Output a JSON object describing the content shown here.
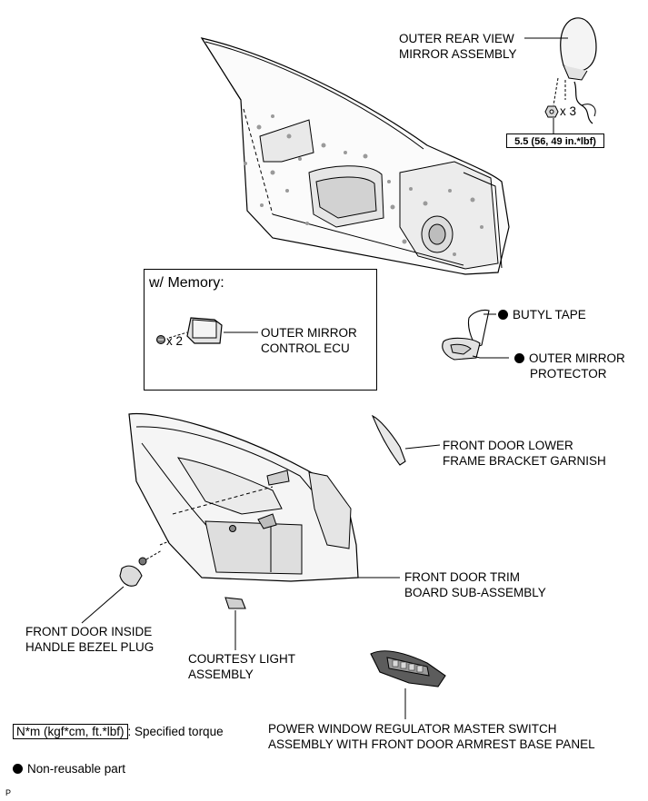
{
  "labels": {
    "outer_mirror": [
      "OUTER REAR VIEW",
      "MIRROR ASSEMBLY"
    ],
    "butyl_tape": "BUTYL TAPE",
    "outer_mirror_protector": [
      "OUTER MIRROR",
      "PROTECTOR"
    ],
    "memory_title": "w/ Memory:",
    "outer_mirror_ecu": [
      "OUTER MIRROR",
      "CONTROL ECU"
    ],
    "lower_frame_garnish": [
      "FRONT DOOR LOWER",
      "FRAME BRACKET GARNISH"
    ],
    "trim_board": [
      "FRONT DOOR TRIM",
      "BOARD SUB-ASSEMBLY"
    ],
    "bezel_plug": [
      "FRONT DOOR INSIDE",
      "HANDLE BEZEL PLUG"
    ],
    "courtesy_light": [
      "COURTESY LIGHT",
      "ASSEMBLY"
    ],
    "master_switch": [
      "POWER WINDOW REGULATOR MASTER SWITCH",
      "ASSEMBLY WITH FRONT DOOR ARMREST BASE PANEL"
    ]
  },
  "quantities": {
    "mirror_nuts": "x 3",
    "ecu_screws": "x 2"
  },
  "torque": {
    "mirror_nuts": "5.5 (56, 49 in.*lbf)"
  },
  "legend": {
    "torque_symbol": "N*m (kgf*cm, ft.*lbf)",
    "torque_text": ": Specified torque",
    "non_reusable": "Non-reusable part"
  },
  "corner_mark": "P",
  "non_reusable_parts": [
    "BUTYL TAPE",
    "OUTER MIRROR PROTECTOR"
  ]
}
